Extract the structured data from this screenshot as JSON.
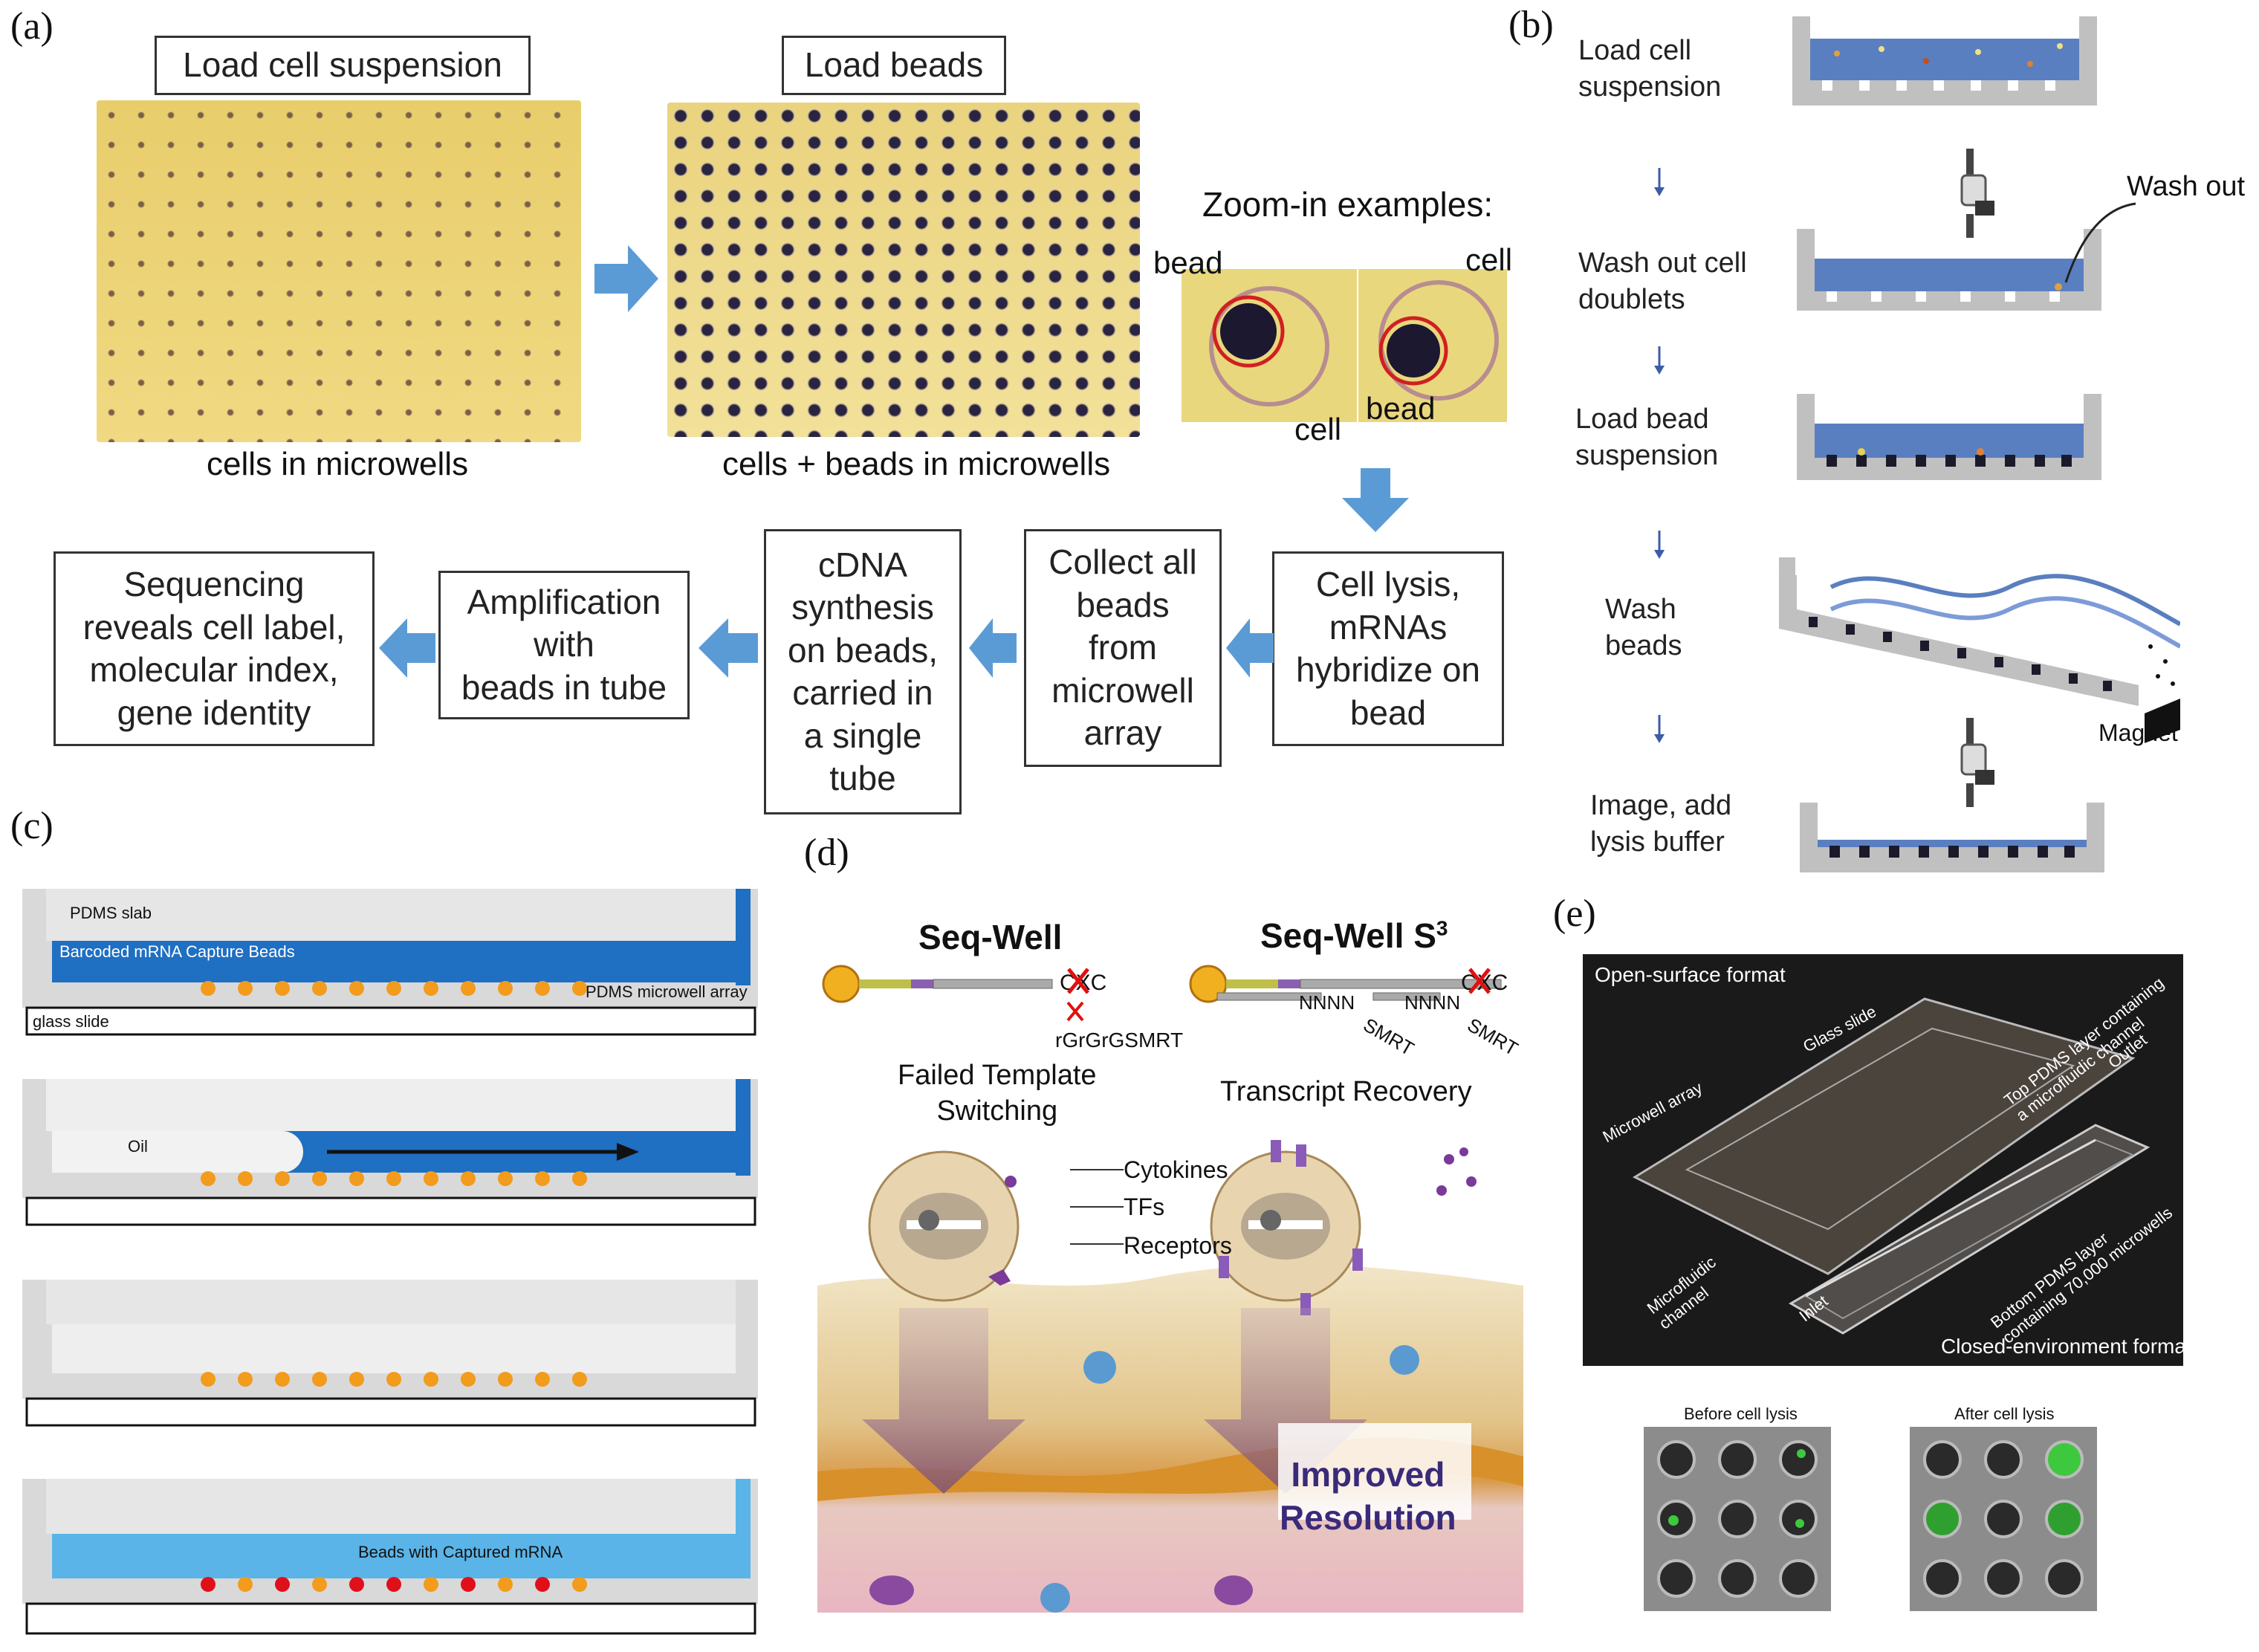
{
  "panel_a": {
    "label": "(a)",
    "box_load_cells": "Load cell suspension",
    "box_load_beads": "Load beads",
    "caption_cells": "cells in microwells",
    "caption_cells_beads": "cells + beads in microwells",
    "zoom_title": "Zoom-in examples:",
    "zoom_labels": [
      "bead",
      "cell",
      "cell",
      "bead"
    ],
    "steps": [
      "Cell lysis,\nmRNAs\nhybridize on\nbead",
      "Collect all\nbeads\nfrom\nmicrowell\narray",
      "cDNA\nsynthesis\non beads,\ncarried in\na single\ntube",
      "Amplification\nwith\nbeads in tube",
      "Sequencing\nreveals cell label,\nmolecular index,\ngene identity"
    ]
  },
  "panel_b": {
    "label": "(b)",
    "steps": [
      "Load   cell\nsuspension",
      "Wash out cell\ndoublets",
      "Load bead\nsuspension",
      "Wash\nbeads",
      "Image, add\nlysis buffer"
    ],
    "wash_out": "Wash out",
    "magnet": "Magnet"
  },
  "panel_c": {
    "label": "(c)",
    "pdms_slab": "PDMS slab",
    "beads_label": "Barcoded mRNA Capture Beads",
    "array_label": "PDMS microwell array",
    "glass_label": "glass slide",
    "oil_label": "Oil",
    "captured_label": "Beads with Captured mRNA"
  },
  "panel_d": {
    "label": "(d)",
    "seqwell": "Seq-Well",
    "seqwell_s3": "Seq-Well S",
    "s3_sup": "3",
    "cxc": "CXC",
    "nnnn": "NNNN",
    "smrt": "SMRT",
    "rgrgrg": "rGrGrGSMRT",
    "failed": "Failed Template\nSwitching",
    "recovery": "Transcript Recovery",
    "legend": [
      "Cytokines",
      "TFs",
      "Receptors"
    ],
    "improved": "Improved\nResolution"
  },
  "panel_e": {
    "label": "(e)",
    "open_surface": "Open-surface format",
    "glass_slide": "Glass slide",
    "microwell_array": "Microwell array",
    "top_layer": "Top PDMS layer containing\na microfluidic channel",
    "outlet": "Outlet",
    "microfluidic": "Microfluidic\nchannel",
    "inlet": "Inlet",
    "bottom_layer": "Bottom PDMS layer\ncontaining 70,000 microwells",
    "closed_env": "Closed-environment format",
    "before_lysis": "Before cell lysis",
    "after_lysis": "After cell lysis"
  },
  "colors": {
    "arrow": "#5b9bd5",
    "tray": "#bdbdbd",
    "liquid": "#5a7fc0",
    "pdms_blue": "#1f6fc2",
    "light_blue": "#5ab4e8",
    "bead_orange": "#f29b1c",
    "bead_red": "#e0101a"
  }
}
